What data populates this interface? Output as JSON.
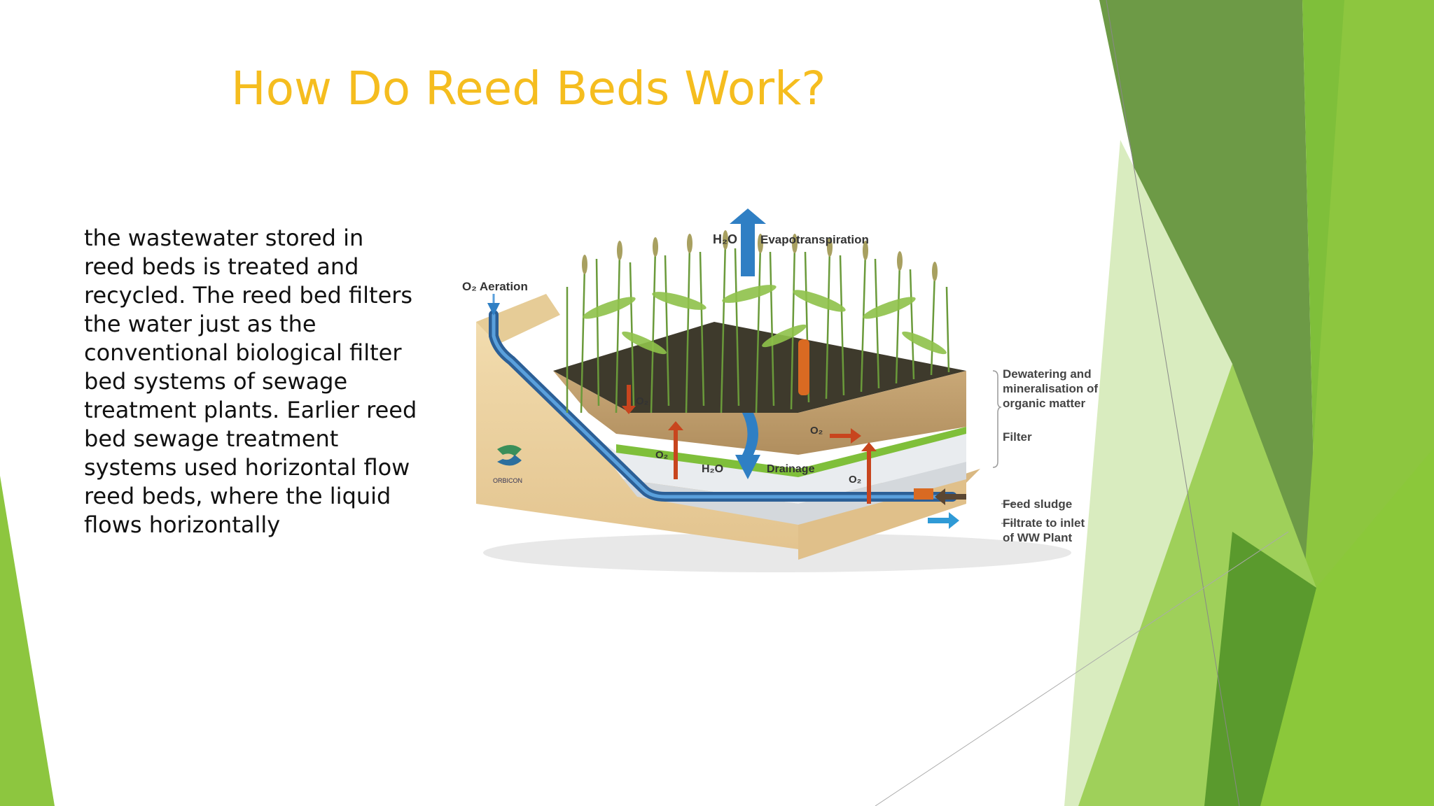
{
  "slide": {
    "title": "How Do Reed Beds Work?",
    "body": "the wastewater stored in reed beds is treated and recycled. The reed bed filters the water just as the conventional biological filter bed systems of sewage treatment plants. Earlier reed bed sewage treatment systems used horizontal flow reed beds, where the liquid flows horizontally"
  },
  "diagram": {
    "evapotranspiration_h2o": "H₂O",
    "evapotranspiration": "Evapotranspiration",
    "aeration": "O₂ Aeration",
    "o2_down": "O₂",
    "o2_left_up": "O₂",
    "o2_right": "O₂",
    "o2_bottom_right": "O₂",
    "h2o_drain": "H₂O",
    "drainage": "Drainage",
    "logo_text": "ORBICON",
    "legend": {
      "dewatering_1": "Dewatering and",
      "dewatering_2": "mineralisation of",
      "dewatering_3": "organic matter",
      "filter": "Filter",
      "feed_sludge": "Feed sludge",
      "filtrate_1": "Filtrate to inlet",
      "filtrate_2": "of WW Plant"
    }
  },
  "colors": {
    "title": "#f5bd1f",
    "green_dark": "#5e9a3a",
    "green_mid": "#7dbb3c",
    "green_light": "#cfe6a8",
    "water_blue": "#2f7fc4",
    "arrow_red": "#c8451e"
  }
}
